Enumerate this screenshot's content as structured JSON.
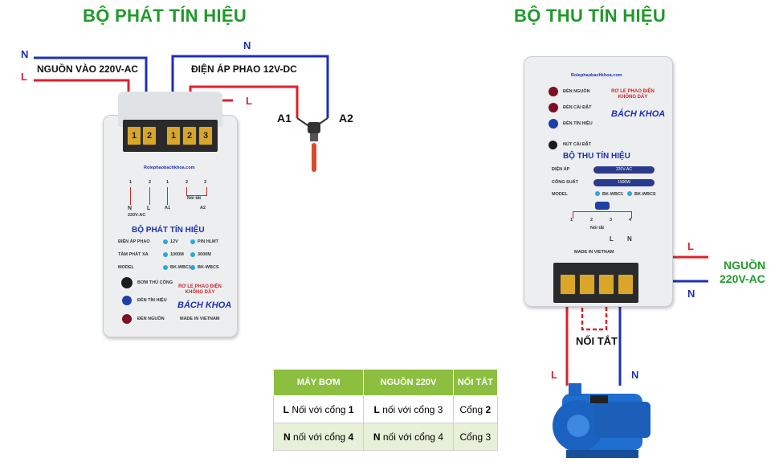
{
  "titles": {
    "transmitter": "BỘ PHÁT TÍN HIỆU",
    "receiver": "BỘ THU TÍN HIỆU"
  },
  "transmitter_labels": {
    "n": "N",
    "l": "L",
    "power_in": "NGUỒN VÀO 220V-AC",
    "n_top": "N",
    "float_voltage": "ĐIỆN ÁP PHAO 12V-DC",
    "l_right": "L",
    "a1": "A1",
    "a2": "A2"
  },
  "transmitter_device": {
    "terminals": [
      "1",
      "2",
      "1",
      "2",
      "3"
    ],
    "website": "Rolephaobachkhoa.com",
    "diagram_labels": [
      "1",
      "2",
      "1",
      "2",
      "3",
      "N",
      "L",
      "220V-AC",
      "A1",
      "A2",
      "Nối tắt"
    ],
    "heading": "BỘ PHÁT TÍN HIỆU",
    "spec_rows": [
      {
        "label": "ĐIỆN ÁP PHAO",
        "v1": "12V",
        "v2": "PIN HLMT"
      },
      {
        "label": "TẦM PHÁT XA",
        "v1": "1000M",
        "v2": "3000M"
      },
      {
        "label": "MODEL",
        "v1": "BK-WBC1",
        "v2": "BK-WBCS"
      }
    ],
    "button_label": "BƠM THỦ CÔNG",
    "led_signal": "ĐÈN TÍN HIỆU",
    "led_power": "ĐÈN NGUỒN",
    "brand_small": "RƠ LE PHAO ĐIỆN KHÔNG DÂY",
    "brand": "BÁCH KHOA",
    "made_in": "MADE IN VIETNAM"
  },
  "receiver_device": {
    "website": "Rolephaobachkhoa.com",
    "led_power": "ĐÈN NGUỒN",
    "led_setup": "ĐÈN CÀI ĐẶT",
    "led_signal": "ĐÈN TÍN HIỆU",
    "brand_small": "RƠ LE PHAO ĐIỆN KHÔNG DÂY",
    "brand": "BÁCH KHOA",
    "setup_button": "NÚT CÀI ĐẶT",
    "heading": "BỘ THU TÍN HIỆU",
    "spec_rows": [
      {
        "label": "ĐIỆN ÁP",
        "value": "220V-AC"
      },
      {
        "label": "CÔNG SUẤT",
        "value": "1500W"
      },
      {
        "label": "MODEL",
        "value": "BK-WBC1",
        "value2": "BK-WBCS"
      }
    ],
    "diagram_labels": [
      "1",
      "2",
      "3",
      "4",
      "Nối tắt",
      "L",
      "N"
    ],
    "made_in": "MADE IN VIETNAM"
  },
  "receiver_labels": {
    "l_right": "L",
    "power": "NGUỒN",
    "power_voltage": "220V-AC",
    "n_right": "N",
    "short": "NỐI TẮT",
    "l_pump": "L",
    "n_pump": "N"
  },
  "table": {
    "headers": [
      "MÁY BƠM",
      "NGUỒN 220V",
      "NỐI TẮT"
    ],
    "rows": [
      {
        "c1_pre": "L",
        "c1_text": " Nối với cổng ",
        "c1_num": "1",
        "c2_pre": "L",
        "c2_text": " nối với cổng 3",
        "c3_text": "Cổng ",
        "c3_num": "2"
      },
      {
        "c1_pre": "N",
        "c1_text": " nối với cổng ",
        "c1_num": "4",
        "c2_pre": "N",
        "c2_text": " nối với cổng 4",
        "c3_text": "Cổng 3",
        "c3_num": ""
      }
    ]
  },
  "colors": {
    "title_green": "#1f9a2a",
    "wire_red": "#e0202a",
    "wire_blue": "#1d2fb5",
    "table_header": "#8cbf3f"
  }
}
